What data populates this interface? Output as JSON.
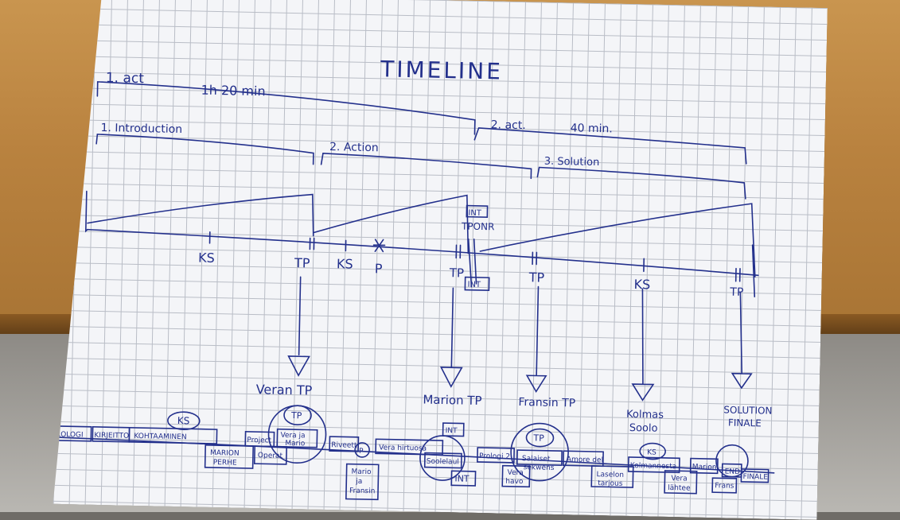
{
  "title": "TIMELINE",
  "acts": {
    "act1": "1. act",
    "act1_duration": "1h 20 min",
    "act2": "2. act.",
    "act2_duration": "40 min."
  },
  "phases": {
    "introduction": "1. Introduction",
    "action": "2. Action",
    "solution": "3. Solution"
  },
  "axis_markers": {
    "ks1": "KS",
    "tp1": "TP",
    "ks2": "KS",
    "p": "P",
    "tp2": "TP",
    "int_top": "INT",
    "tponr": "TPONR",
    "int_mid": "INT",
    "tp3": "TP",
    "ks3": "KS",
    "tp4": "TP"
  },
  "turning_points": {
    "veran": "Veran TP",
    "marion": "Marion TP",
    "fransin": "Fransin TP",
    "kolmas_line1": "Kolmas",
    "kolmas_line2": "Soolo",
    "solution_line1": "SOLUTION",
    "solution_line2": "FINALE"
  },
  "scenes": {
    "prologi": "PROLOGI",
    "kirjeitto": "KIRJEITTO",
    "kohtaaminen": "KOHTAAMINEN",
    "ks_circle1": "KS",
    "project": "Project",
    "vera_mario_1": "Vera ja",
    "vera_mario_2": "Mario",
    "tp_circle1": "TP",
    "riveett": "Riveett",
    "p_circle": "P",
    "vera_hirtuosa": "Vera hirtuosa",
    "int_upper": "INT",
    "prologi2": "Prologi 2",
    "tp_circle2": "TP",
    "salaiset": "Salaiset",
    "amore_del": "Amore del",
    "ks_circle2": "KS",
    "kolmannesta": "Kolmannesta",
    "marion_end": "Marion",
    "end_box": "END",
    "finale_box": "FINALE",
    "marion_perhe_1": "MARION",
    "marion_perhe_2": "PERHE",
    "operat": "Operat",
    "mario_fransin_1": "Mario",
    "mario_fransin_2": "ja",
    "mario_fransin_3": "Fransin",
    "soolelaul": "Soolelaul",
    "int_lower": "INT",
    "vera_havo_1": "Vera",
    "vera_havo_2": "havo",
    "sekwens": "sekwens",
    "laselon_1": "Laselon",
    "laselon_2": "tarjous",
    "vera_lahtee_1": "Vera",
    "vera_lahtee_2": "lähtee",
    "frans": "Frans"
  },
  "colors": {
    "ink": "#23308c",
    "paper": "#f4f5f8",
    "grid": "#b9bdc6",
    "table": "#b9823f"
  }
}
